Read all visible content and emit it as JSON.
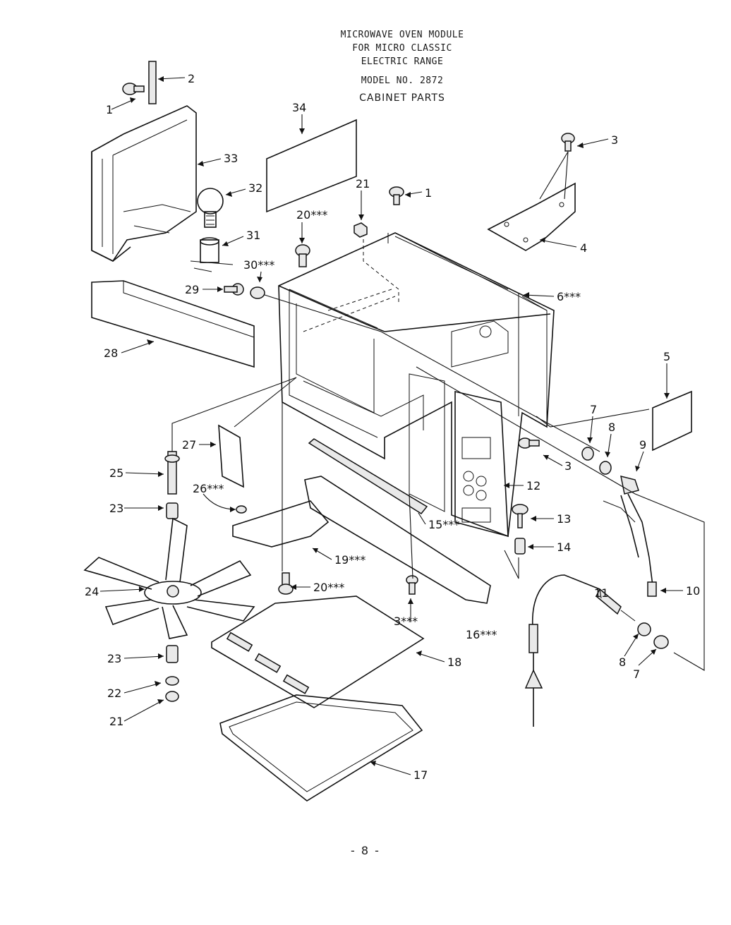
{
  "title": {
    "line1": "MICROWAVE OVEN MODULE",
    "line2": "FOR MICRO CLASSIC",
    "line3": "ELECTRIC RANGE",
    "model": "MODEL NO. 2872",
    "section": "CABINET PARTS"
  },
  "callouts": [
    "1",
    "2",
    "1",
    "3",
    "3",
    "4",
    "5",
    "6***",
    "7",
    "7",
    "8",
    "8",
    "9",
    "10",
    "11",
    "12",
    "13",
    "14",
    "15***",
    "16***",
    "17",
    "18",
    "19***",
    "20***",
    "20***",
    "21",
    "21",
    "22",
    "23",
    "23",
    "24",
    "25",
    "26***",
    "27",
    "28",
    "29",
    "30***",
    "31",
    "32",
    "33",
    "34",
    "3***"
  ],
  "page_number": "- 8 -"
}
